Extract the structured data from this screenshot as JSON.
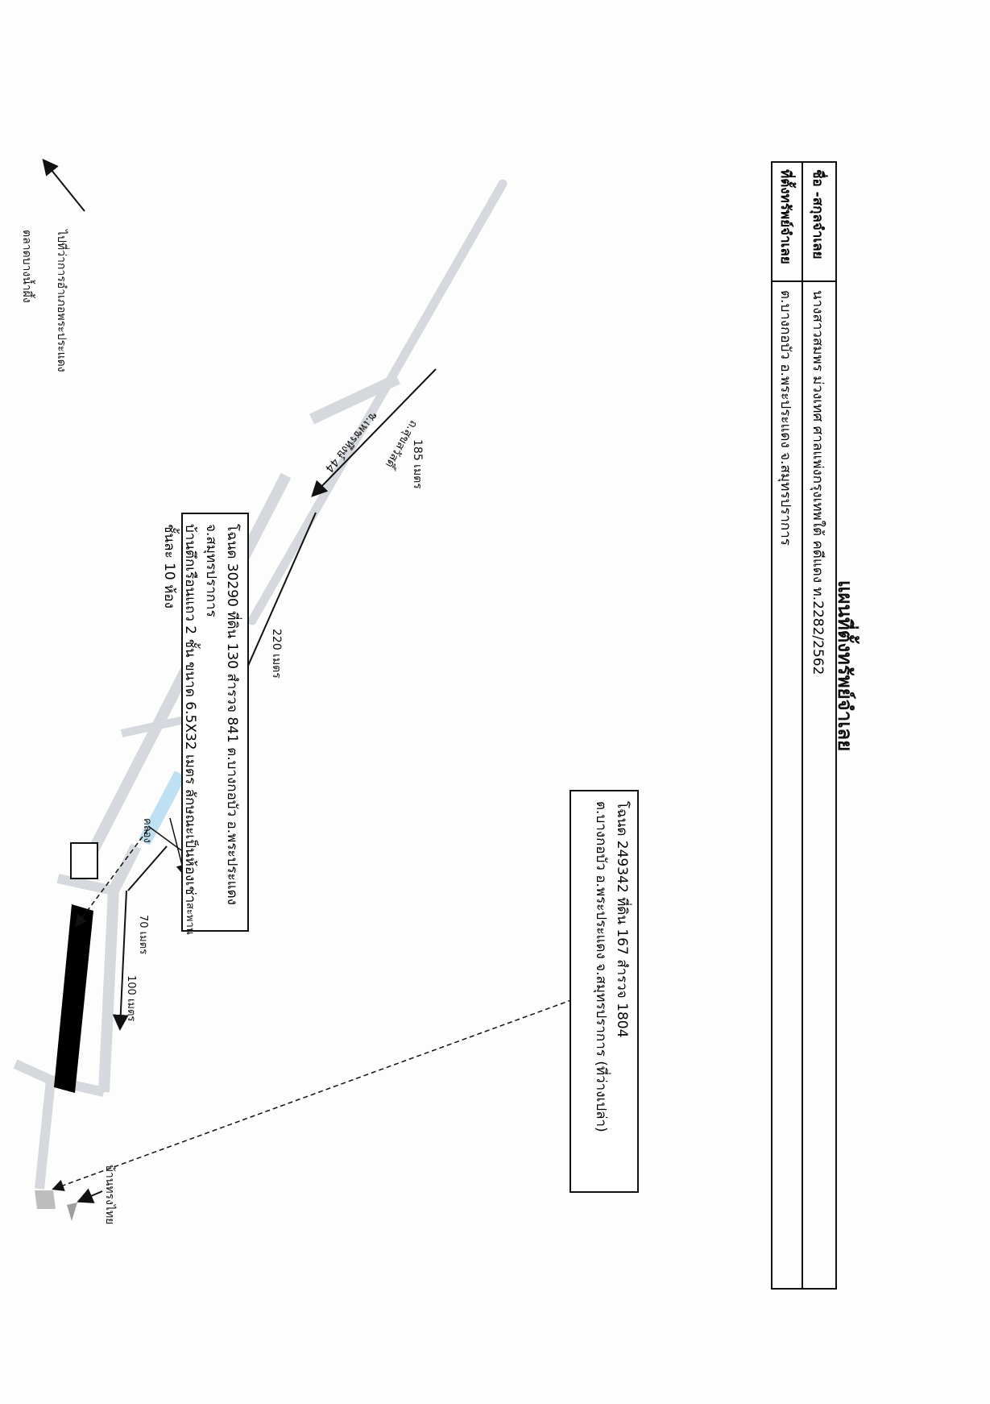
{
  "title": "แผนที่ตั้งทรัพย์จำเลย",
  "info": {
    "name_label": "ชื่อ -สกุลจำเลย",
    "name_value": "นางสาวสมพร ม่วงเทศ ศาลแพ่งกรุงเทพใต้ คดีแดง ท.2282/2562",
    "location_label": "ที่ตั้งทรัพย์จำเลย",
    "location_value": "ต.บางกอบัว อ.พระประแดง จ.สมุทรปราการ"
  },
  "deed_box_1": {
    "line1": "โฉนด 249342 ที่ดิน 167 สำรวจ 1804",
    "line2": "ต.บางกอบัว อ.พระประแดง จ.สมุทรปราการ (ที่ว่างเปล่า)"
  },
  "deed_box_2": {
    "line1": "โฉนด 30290 ที่ดิน 130 สำรวจ 841 ต.บางกอบัว อ.พระประแดง จ.สมุทรปราการ",
    "line2": "บ้านตึกเรือนแถว 2 ชั้น ขนาด 6.5X32 เมตร ลักษณะเป็นห้องเช่า ชั้นละ 10 ห้อง"
  },
  "map_labels": {
    "main_road": "ถ.สุขสวัสดิ์",
    "direction_1": "ไปที่ว่าการอำเภอพระประแดง",
    "direction_2": "ตลาดบางน้ำผึ้ง",
    "soi": "ซ.เพชรหึงษ์ 44",
    "dist_185": "185 เมตร",
    "dist_220": "220 เมตร",
    "dist_70": "70 เมตร",
    "dist_100": "100 เมตร",
    "canal": "คลอง",
    "bridge": "สะพาน",
    "landmark": "บ้านทรงไทย"
  },
  "colors": {
    "road": "#d5d8dc",
    "canal": "#bfe0f3",
    "building": "#000000",
    "lot": "#bdbdbd",
    "ink": "#111111"
  }
}
